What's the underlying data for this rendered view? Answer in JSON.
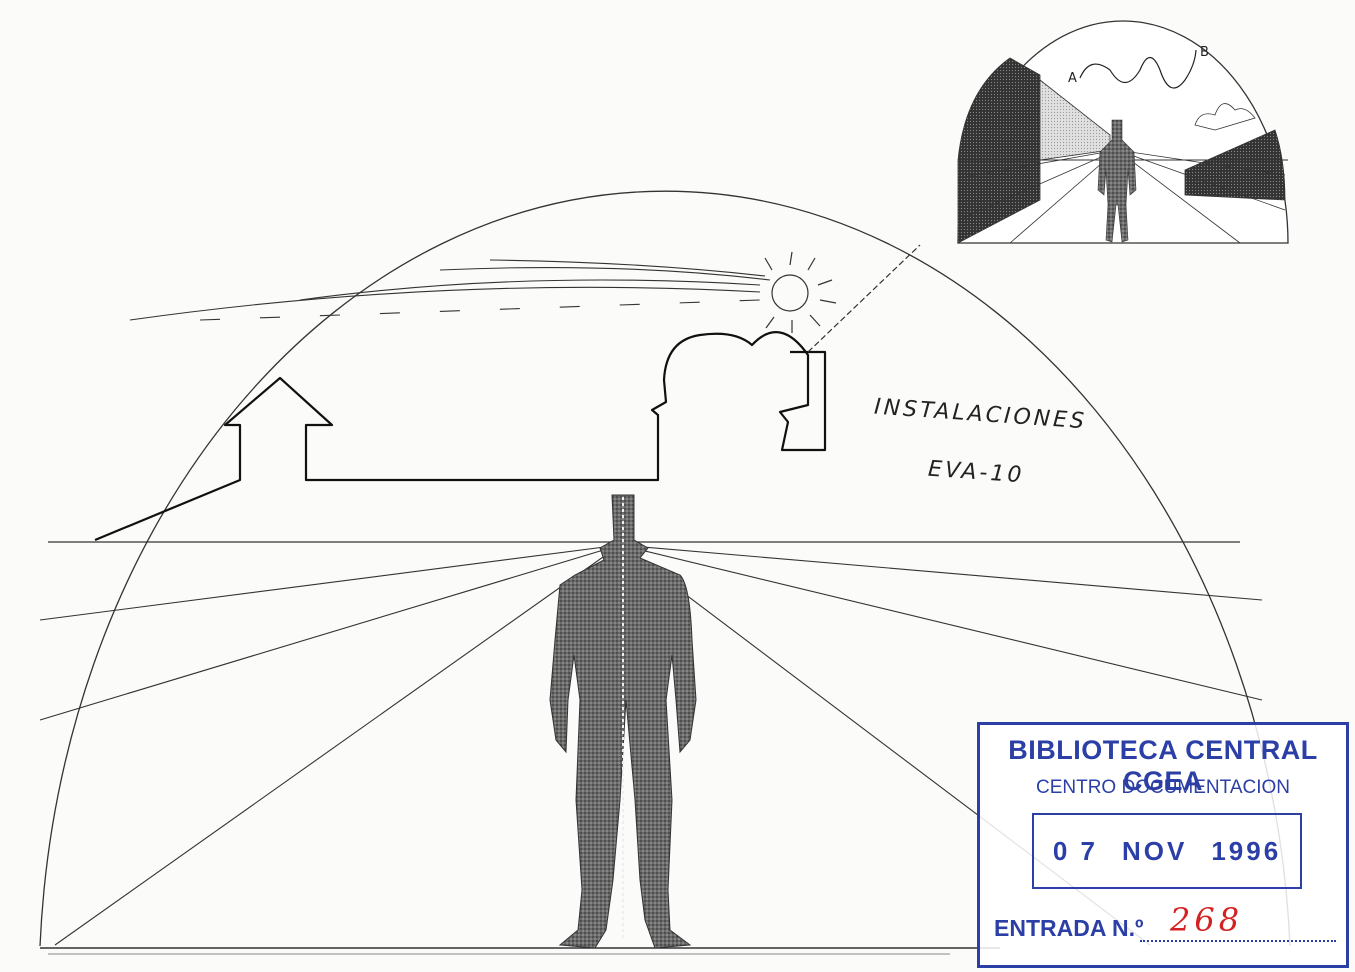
{
  "handwriting": {
    "title": "INSTALACIONES",
    "subtitle": "EVA-10"
  },
  "inset": {
    "label_a": "A",
    "label_b": "B"
  },
  "stamp": {
    "title": "BIBLIOTECA CENTRAL CGEA",
    "subtitle": "CENTRO DOCUMENTACION",
    "date": {
      "day": "0 7",
      "month": "NOV",
      "year": "1996"
    },
    "entry_label": "ENTRADA N.º",
    "entry_number": "268"
  },
  "colors": {
    "ink": "#222222",
    "stamp_blue": "#2b3fa6",
    "handwritten_red": "#d42222",
    "figure_gray": "#555555"
  }
}
